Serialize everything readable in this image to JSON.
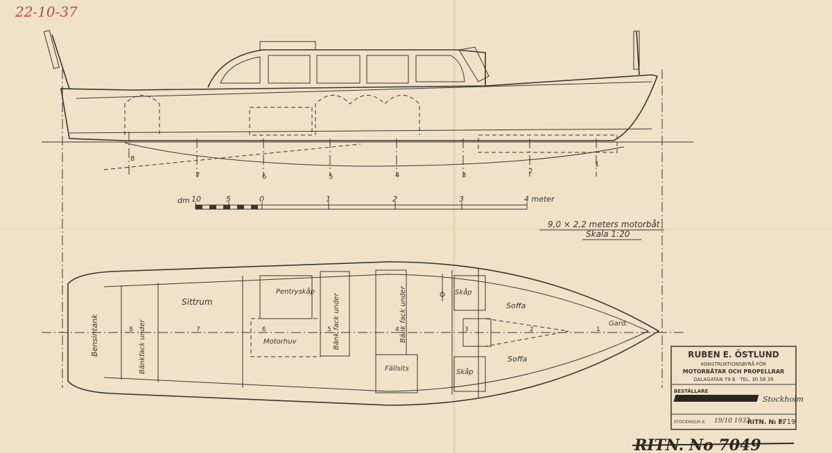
{
  "header_note": "22-10-37",
  "scale_bar": {
    "unit_left": "dm",
    "ticks": [
      "10",
      "5",
      "0",
      "1",
      "2",
      "3",
      "4 meter"
    ]
  },
  "profile_stations": [
    "8",
    "7",
    "6",
    "5",
    "4",
    "3",
    "2",
    "1"
  ],
  "plan_stations": [
    "8",
    "7",
    "6",
    "5",
    "4",
    "3",
    "2",
    "1"
  ],
  "title": {
    "line1": "9,0 × 2,2 meters motorbåt",
    "line2": "Skala 1:20"
  },
  "plan_labels": {
    "bensintank": "Bensintank",
    "bankfack_aft": "Bänkfack under",
    "sittrum": "Sittrum",
    "pentryskap": "Pentryskåp",
    "motorhuv": "Motorhuv",
    "bankfack_mid1": "Bänk fack under",
    "bankfack_mid2": "Bänk fack under",
    "fallsits": "Fällsits",
    "skap_top": "Skåp",
    "skap_bottom": "Skåp",
    "soffa_top": "Soffa",
    "soffa_bottom": "Soffa",
    "gard": "Gard."
  },
  "stamp": {
    "name": "RUBEN E. ÖSTLUND",
    "subtitle": "KONSTRUKTIONSBYRÅ FÖR",
    "specialty": "MOTORBÅTAR OCH PROPELLRAR",
    "address": "DALAGATAN 79 B · TEL. 30 58 39",
    "bestallare_label": "BESTÄLLARE",
    "bestallare_value": "Stockholm",
    "city_label": "STOCKHOLM d.",
    "date": "19/10 1932",
    "ritn_label": "RITN. № F:",
    "ritn_number": "3719"
  },
  "footer_number": "RITN. No 7049"
}
